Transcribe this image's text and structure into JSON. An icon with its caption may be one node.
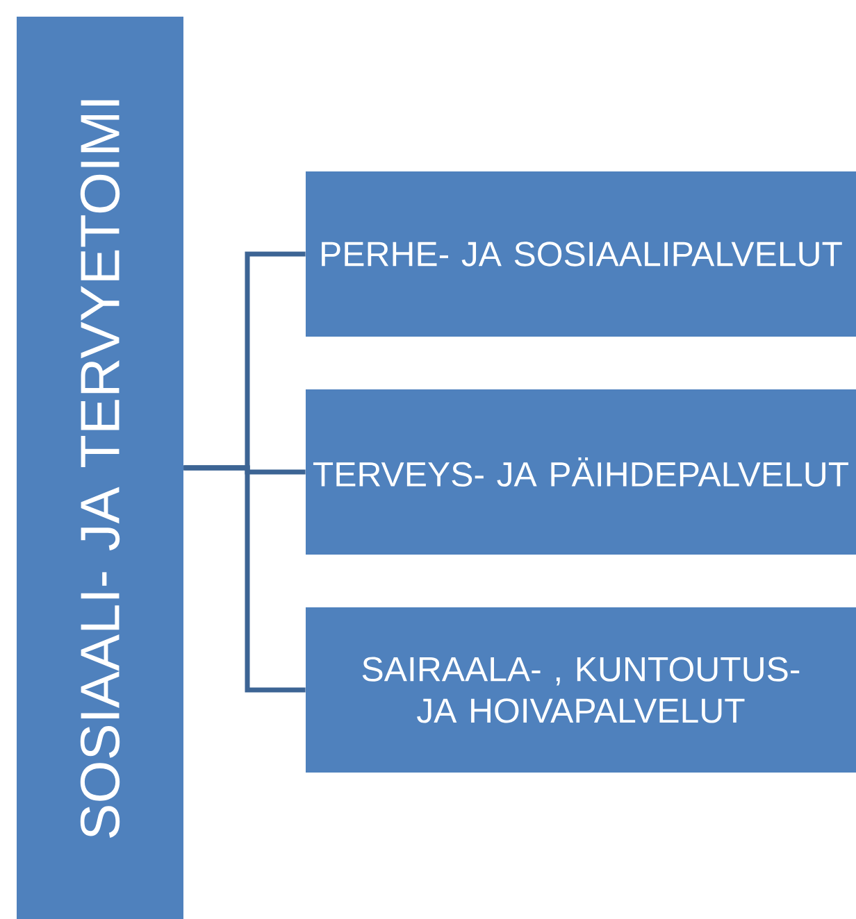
{
  "diagram": {
    "nodes": [
      {
        "text": [
          "SOSIAALI- JA TERVYETOIMI"
        ]
      },
      {
        "text": [
          "PERHE- JA SOSIAALIPALVELUT"
        ]
      },
      {
        "text": [
          "TERVEYS- JA PÄIHDEPALVELUT"
        ]
      },
      {
        "text": [
          "SAIRAALA- , KUNTOUTUS- JA HOIVAPALVELUT"
        ]
      }
    ],
    "edges": [
      {
        "from": 0,
        "to": 1,
        "arrow": "none"
      },
      {
        "from": 0,
        "to": 2,
        "arrow": "none"
      },
      {
        "from": 0,
        "to": 3,
        "arrow": "none"
      }
    ]
  }
}
